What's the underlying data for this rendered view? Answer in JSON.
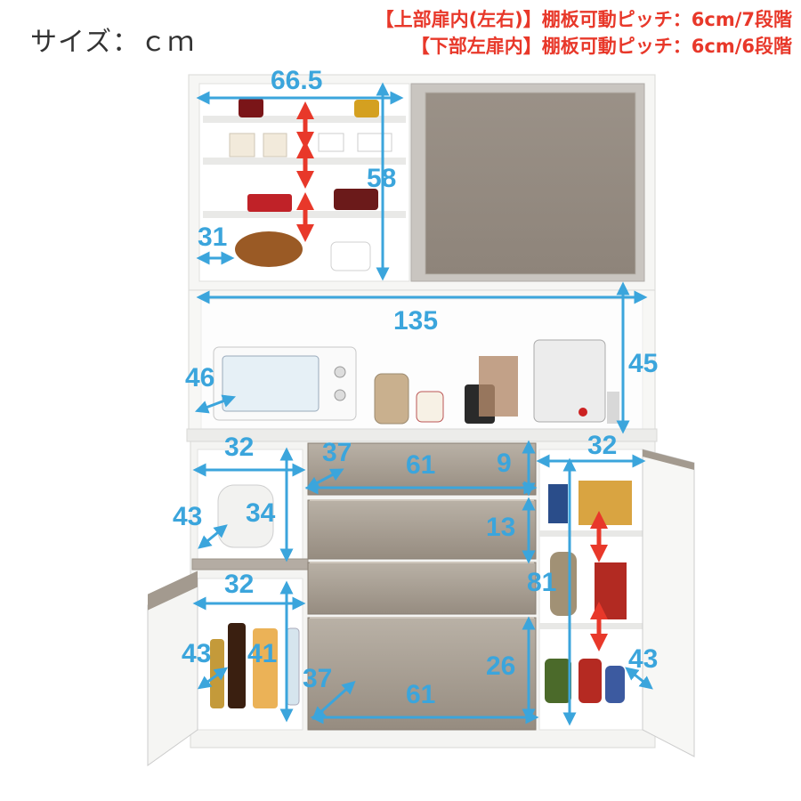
{
  "title": "サイズ：ｃｍ",
  "notes": [
    "【上部扉内(左右)】棚板可動ピッチ：6cm/7段階",
    "【下部左扉内】棚板可動ピッチ：6cm/6段階"
  ],
  "dimensions": {
    "top_width": "66.5",
    "top_height": "58",
    "top_depth": "31",
    "mid_width": "135",
    "mid_height": "45",
    "mid_depth": "46",
    "left_upper_width": "32",
    "left_upper_depth": "43",
    "left_upper_height": "34",
    "drawer_top_depth": "37",
    "drawer_top_width": "61",
    "drawer_top_height": "9",
    "drawer_mid_height": "13",
    "right_width": "32",
    "right_height": "81",
    "left_lower_width": "32",
    "left_lower_depth": "43",
    "left_lower_height": "41",
    "drawer_bottom_depth": "37",
    "drawer_bottom_height": "26",
    "drawer_bottom_width": "61",
    "right_depth": "43"
  },
  "colors": {
    "dimension": "#3ba5dc",
    "pitch_arrow": "#e8382a",
    "drawer": "#a59c91",
    "cabinet": "#f4f4f2"
  }
}
